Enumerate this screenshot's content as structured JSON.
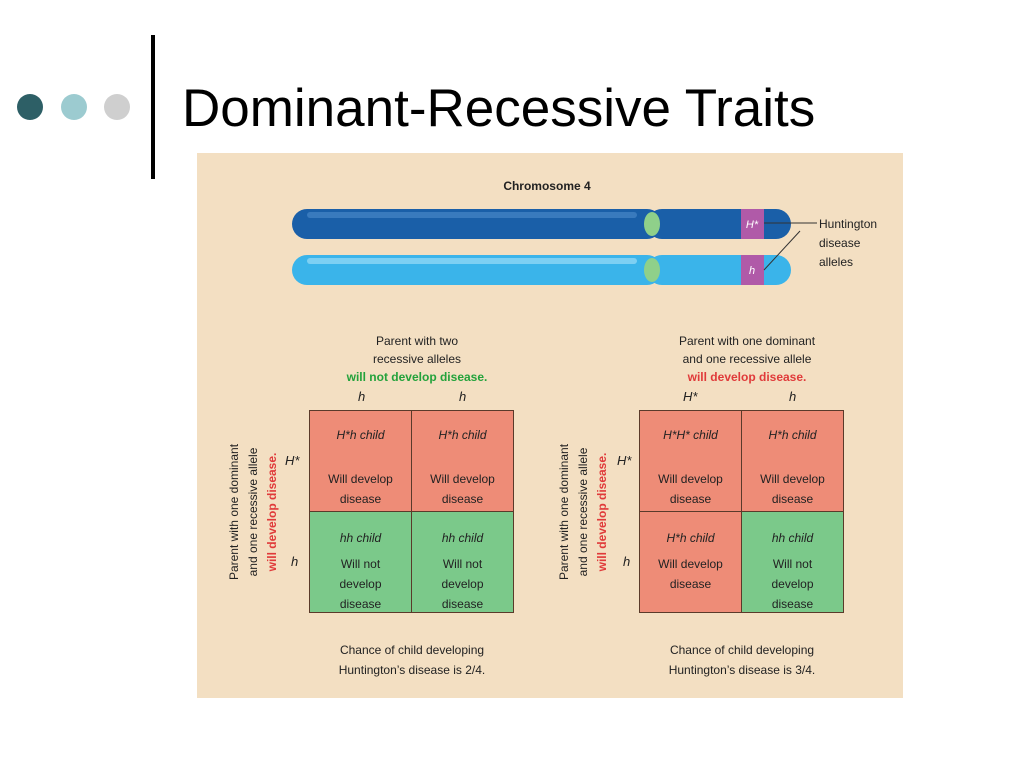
{
  "title": "Dominant-Recessive Traits",
  "figure": {
    "chromosome_title": "Chromosome 4",
    "dominant_allele": "H*",
    "recessive_allele": "h",
    "allele_label": [
      "Huntington",
      "disease",
      "alleles"
    ],
    "left": {
      "top_parent": [
        "Parent with two",
        "recessive alleles"
      ],
      "top_outcome": "will not develop disease.",
      "col_alleles": [
        "h",
        "h"
      ],
      "side_parent": [
        "Parent with one dominant",
        "and one recessive allele"
      ],
      "side_outcome": "will develop disease.",
      "row_alleles": [
        "H*",
        "h"
      ],
      "cells": [
        {
          "genotype": "H*h child",
          "result": "Will develop\ndisease"
        },
        {
          "genotype": "H*h child",
          "result": "Will develop\ndisease"
        },
        {
          "genotype": "hh child",
          "result": "Will not\ndevelop\ndisease"
        },
        {
          "genotype": "hh child",
          "result": "Will not\ndevelop\ndisease"
        }
      ],
      "chance": [
        "Chance of child developing",
        "Huntington’s disease is 2/4."
      ]
    },
    "right": {
      "top_parent": [
        "Parent with one dominant",
        "and one recessive allele"
      ],
      "top_outcome": "will develop disease.",
      "col_alleles": [
        "H*",
        "h"
      ],
      "side_parent": [
        "Parent with one dominant",
        "and one recessive allele"
      ],
      "side_outcome": "will develop disease.",
      "row_alleles": [
        "H*",
        "h"
      ],
      "cells": [
        {
          "genotype": "H*H* child",
          "result": "Will develop\ndisease"
        },
        {
          "genotype": "H*h child",
          "result": "Will develop\ndisease"
        },
        {
          "genotype": "H*h child",
          "result": "Will develop\ndisease"
        },
        {
          "genotype": "hh child",
          "result": "Will not\ndevelop\ndisease"
        }
      ],
      "chance": [
        "Chance of child developing",
        "Huntington’s disease is 3/4."
      ]
    },
    "colors": {
      "dominant_cell": "#ee8c77",
      "recessive_cell": "#7bc98a",
      "chromosome_dark": "#1a5fa8",
      "chromosome_light": "#3ab4ea",
      "allele_band": "#b05aa8",
      "disease_text": "#e03a3a",
      "no_disease_text": "#23a23b"
    }
  }
}
